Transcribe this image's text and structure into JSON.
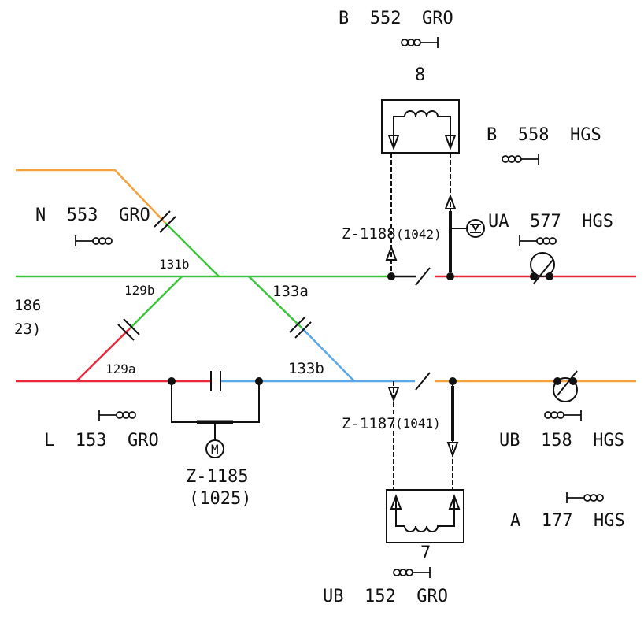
{
  "colors": {
    "green": "#3cc43c",
    "red": "#e8283a",
    "orange": "#f5a13c",
    "blue": "#5aa8e8",
    "black": "#111111"
  },
  "signals": {
    "b552": "B  552  GRO",
    "b558": "B  558  HGS",
    "n553": "N  553  GRO",
    "ua577": "UA  577  HGS",
    "l153": "L  153  GRO",
    "ub158": "UB  158  HGS",
    "a177": "A  177  HGS",
    "ub152": "UB  152  GRO"
  },
  "switches": {
    "s131b": "131b",
    "s129b": "129b",
    "s133a": "133a",
    "s129a": "129a",
    "s133b": "133b"
  },
  "machines": {
    "m8": "8",
    "m7": "7",
    "z1188": "Z-1188",
    "z1188_code": "(1042)",
    "z1187": "Z-1187",
    "z1187_code": "(1041)",
    "z1185": "Z-1185",
    "z1185_code": "(1025)",
    "motor_letter": "M"
  },
  "cut_labels": {
    "num": "186",
    "paren": "23)"
  }
}
